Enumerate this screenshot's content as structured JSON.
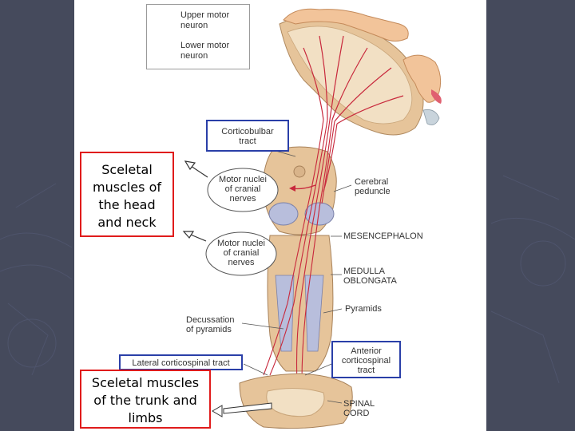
{
  "legend": {
    "upper_motor_neuron": "Upper motor neuron",
    "lower_motor_neuron": "Lower motor neuron"
  },
  "labels": {
    "corticobulbar_tract": "Corticobulbar tract",
    "motor_nuclei_1": "Motor nuclei of cranial nerves",
    "motor_nuclei_2": "Motor nuclei of cranial nerves",
    "cerebral_peduncle": "Cerebral peduncle",
    "mesencephalon": "MESENCEPHALON",
    "medulla_oblongata": "MEDULLA OBLONGATA",
    "pyramids": "Pyramids",
    "decussation": "Decussation of pyramids",
    "lateral_corticospinal": "Lateral corticospinal tract",
    "anterior_corticospinal": "Anterior corticospinal tract",
    "spinal_cord": "SPINAL CORD"
  },
  "callouts": {
    "head_neck": "Sceletal muscles of the head and neck",
    "trunk_limbs": "Sceletal muscles of the trunk and limbs"
  },
  "colors": {
    "slide_background": "#454a5c",
    "upper_motor_neuron": "#c8283c",
    "callout_border": "#e01b1b",
    "label_border": "#2a3fa8"
  }
}
